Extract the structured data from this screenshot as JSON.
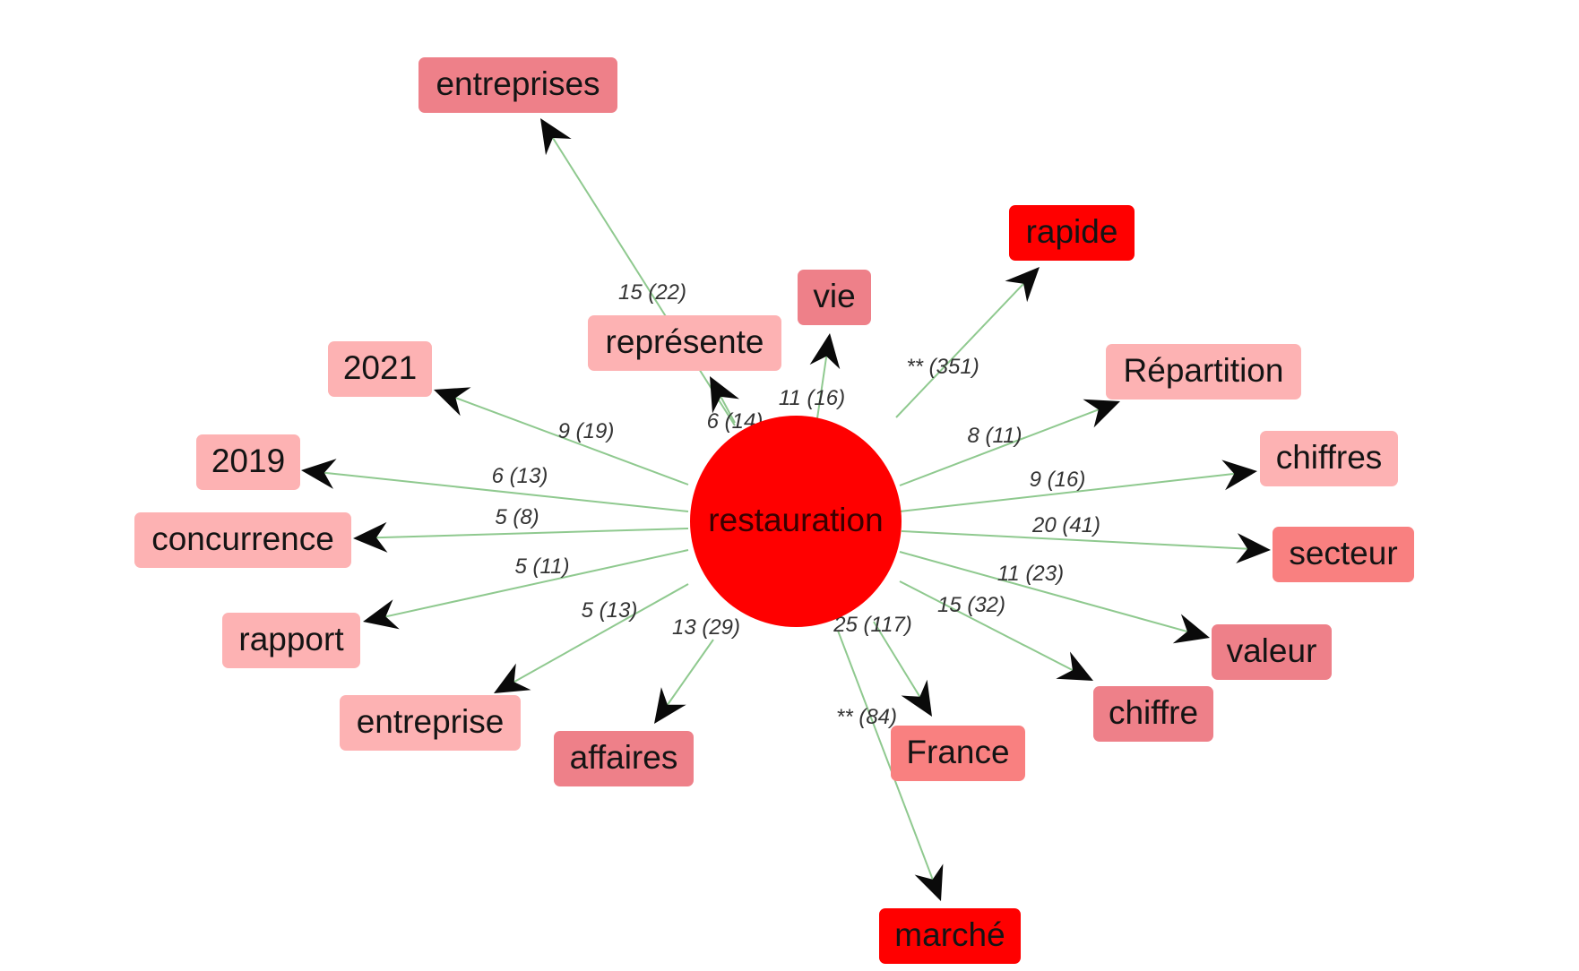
{
  "graph": {
    "center": {
      "label": "restauration",
      "color": "#ff0000"
    },
    "edge_color": "#8fc98f",
    "arrow_color": "#0a0a0a",
    "nodes": [
      {
        "id": "entreprises",
        "label": "entreprises",
        "color": "#ee8089",
        "edge_label": "15 (22)"
      },
      {
        "id": "represente",
        "label": "représente",
        "color": "#fdb2b3",
        "edge_label": "6 (14)"
      },
      {
        "id": "vie",
        "label": "vie",
        "color": "#ee8089",
        "edge_label": "11 (16)"
      },
      {
        "id": "rapide",
        "label": "rapide",
        "color": "#ff0000",
        "edge_label": "** (351)"
      },
      {
        "id": "repartition",
        "label": "Répartition",
        "color": "#fdb2b3",
        "edge_label": "8 (11)"
      },
      {
        "id": "chiffres",
        "label": "chiffres",
        "color": "#fdb2b3",
        "edge_label": "9 (16)"
      },
      {
        "id": "secteur",
        "label": "secteur",
        "color": "#f98080",
        "edge_label": "20 (41)"
      },
      {
        "id": "valeur",
        "label": "valeur",
        "color": "#ee8089",
        "edge_label": "11 (23)"
      },
      {
        "id": "chiffre",
        "label": "chiffre",
        "color": "#ee8089",
        "edge_label": "15 (32)"
      },
      {
        "id": "france",
        "label": "France",
        "color": "#f98080",
        "edge_label": "25 (117)"
      },
      {
        "id": "marche",
        "label": "marché",
        "color": "#ff0000",
        "edge_label": "** (84)"
      },
      {
        "id": "affaires",
        "label": "affaires",
        "color": "#ee8089",
        "edge_label": "13 (29)"
      },
      {
        "id": "entreprise",
        "label": "entreprise",
        "color": "#fdb2b3",
        "edge_label": "5 (13)"
      },
      {
        "id": "rapport",
        "label": "rapport",
        "color": "#fdb2b3",
        "edge_label": "5 (11)"
      },
      {
        "id": "concurrence",
        "label": "concurrence",
        "color": "#fdb2b3",
        "edge_label": "5 (8)"
      },
      {
        "id": "2019",
        "label": "2019",
        "color": "#fdb2b3",
        "edge_label": "6 (13)"
      },
      {
        "id": "2021",
        "label": "2021",
        "color": "#fdb2b3",
        "edge_label": "9 (19)"
      }
    ]
  }
}
